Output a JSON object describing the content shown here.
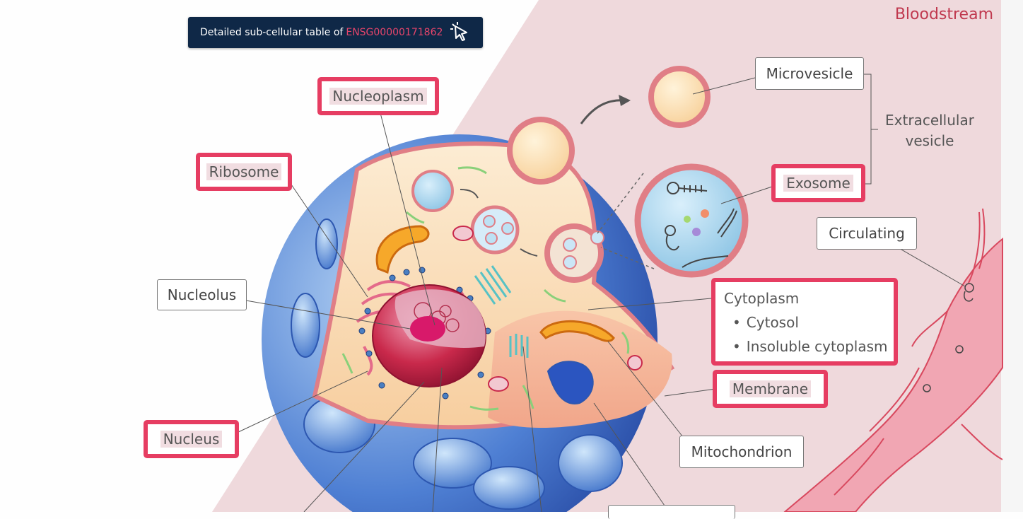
{
  "header": {
    "prefix": "Detailed sub-cellular table of",
    "gene_id": "ENSG00000171862",
    "pointer_icon": "cursor-click-icon"
  },
  "region_label": "Bloodstream",
  "labels": {
    "nucleoplasm": "Nucleoplasm",
    "ribosome": "Ribosome",
    "nucleolus": "Nucleolus",
    "nucleus": "Nucleus",
    "microvesicle": "Microvesicle",
    "extracellular_vesicle": [
      "Extracellular",
      "vesicle"
    ],
    "exosome": "Exosome",
    "circulating": "Circulating",
    "cytoplasm": {
      "title": "Cytoplasm",
      "items": [
        "Cytosol",
        "Insoluble cytoplasm"
      ]
    },
    "membrane": "Membrane",
    "mitochondrion": "Mitochondrion"
  },
  "highlighted": [
    "Nucleoplasm",
    "Ribosome",
    "Nucleus",
    "Exosome",
    "Cytoplasm",
    "Membrane"
  ],
  "colors": {
    "highlight": "#e63d62",
    "header_bg": "#0f2847",
    "accent_text": "#e8456b",
    "bloodstream_bg": "#efd9dc",
    "region_text": "#c0394f",
    "vessel": "#f1a6b3",
    "cell_inner": "#fbe3bf",
    "nucleus": "#c0213f",
    "cell_outer": "#3b67c4"
  }
}
